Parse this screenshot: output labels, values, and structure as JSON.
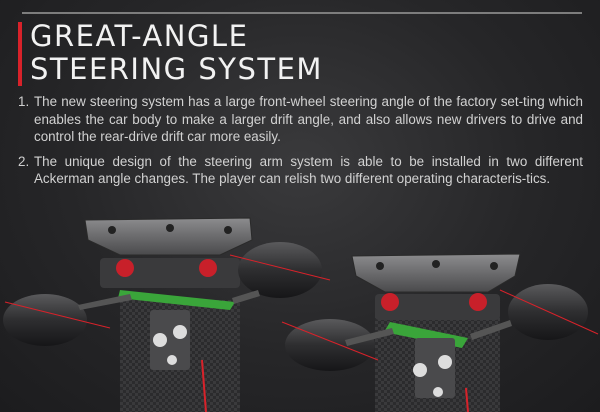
{
  "heading": {
    "line1": "GREAT-ANGLE",
    "line2": "STEERING SYSTEM"
  },
  "points": [
    {
      "number": "1.",
      "text": "The new steering system has a large front-wheel steering angle of the factory set-ting which enables the car body to make a larger drift angle, and also allows new drivers to drive and control the rear-drive drift car more easily."
    },
    {
      "number": "2.",
      "text": "The unique design of the steering arm system is able to be installed in two different Ackerman angle changes. The player can relish two different operating characteris-tics."
    }
  ],
  "colors": {
    "accent": "#d8222a",
    "steering_arm": "#3aa53a",
    "background": "#2a2a2c"
  }
}
